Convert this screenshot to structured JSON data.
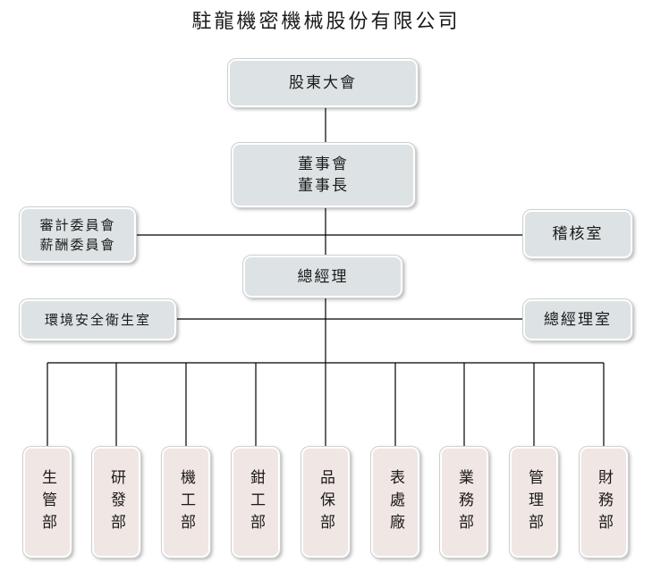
{
  "title": "駐龍機密機械股份有限公司",
  "shareholders": "股東大會",
  "board": {
    "line1": "董事會",
    "line2": "董事長"
  },
  "audit": {
    "line1": "審計委員會",
    "line2": "薪酬委員會"
  },
  "internal_audit": "稽核室",
  "general_manager": "總經理",
  "ehs": "環境安全衛生室",
  "gm_office": "總經理室",
  "departments": [
    "生管部",
    "研發部",
    "機工部",
    "鉗工部",
    "品保部",
    "表處廠",
    "業務部",
    "管理部",
    "財務部"
  ],
  "colors": {
    "node_top": "#dde3e5",
    "node_dept": "#f0e6e3",
    "line": "#000000"
  }
}
